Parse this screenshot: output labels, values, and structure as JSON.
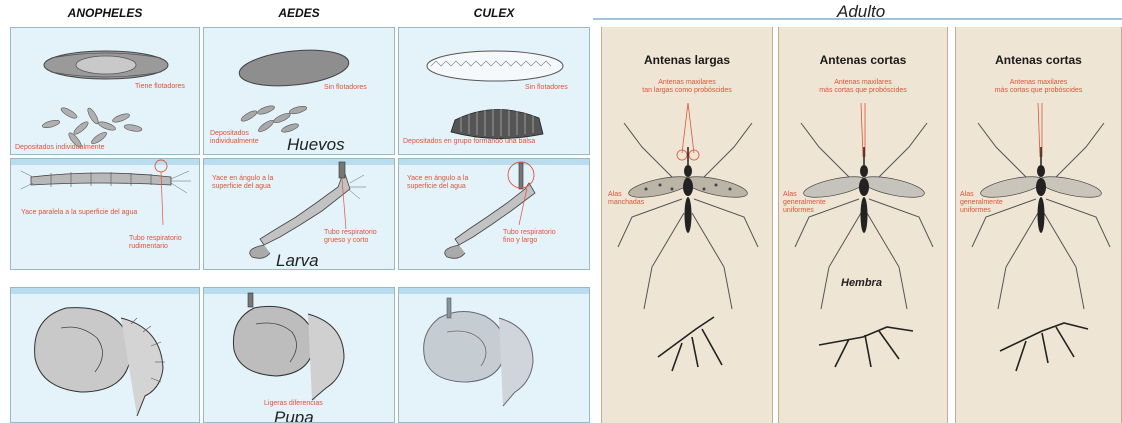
{
  "columns": {
    "anopheles": "ANOPHELES",
    "aedes": "AEDES",
    "culex": "CULEX"
  },
  "eggs": {
    "anopheles_note": "Tiene flotadores",
    "anopheles_deposit": "Depositados individualmente",
    "aedes_note": "Sin flotadores",
    "aedes_deposit_1": "Depositados",
    "aedes_deposit_2": "individualmente",
    "culex_note": "Sin flotadores",
    "culex_deposit": "Depositados en grupo formando una balsa",
    "stage": "Huevos"
  },
  "larva": {
    "anopheles_pos": "Yace paralela a la superficie del agua",
    "anopheles_tube_1": "Tubo respiratorio",
    "anopheles_tube_2": "rudimentario",
    "aedes_pos_1": "Yace en ángulo a la",
    "aedes_pos_2": "superficie del agua",
    "aedes_tube_1": "Tubo respiratorio",
    "aedes_tube_2": "grueso y corto",
    "culex_pos_1": "Yace en ángulo a la",
    "culex_pos_2": "superficie del agua",
    "culex_tube_1": "Tubo respiratorio",
    "culex_tube_2": "fino y largo",
    "stage": "Larva"
  },
  "pupa": {
    "note": "Ligeras diferencias",
    "stage": "Pupa"
  },
  "adult": {
    "stage": "Adulto",
    "female": "Hembra",
    "panels": [
      {
        "title": "Antenas largas",
        "sub_1": "Antenas maxilares",
        "sub_2": "tan largas como probóscides",
        "wing_1": "Alas",
        "wing_2": "manchadas",
        "wing_3": ""
      },
      {
        "title": "Antenas cortas",
        "sub_1": "Antenas maxilares",
        "sub_2": "más cortas que probóscides",
        "wing_1": "Alas",
        "wing_2": "generalmente",
        "wing_3": "uniformes"
      },
      {
        "title": "Antenas cortas",
        "sub_1": "Antenas maxilares",
        "sub_2": "más cortas que probóscides",
        "wing_1": "Alas",
        "wing_2": "generalmente",
        "wing_3": "uniformes"
      }
    ]
  },
  "colors": {
    "panel_blue": "#e4f2fa",
    "water": "#b9dcef",
    "label_red": "#e0543a",
    "adult_bg": "#efe5d4"
  },
  "icons": [
    "egg-icon",
    "larva-icon",
    "pupa-icon",
    "mosquito-icon"
  ]
}
